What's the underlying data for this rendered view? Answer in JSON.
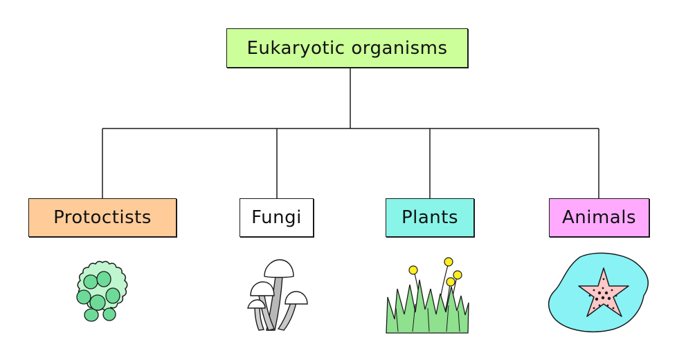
{
  "diagram": {
    "root": {
      "label": "Eukaryotic organisms",
      "color": "#ccff99"
    },
    "children": [
      {
        "label": "Protoctists",
        "color": "#ffcc99",
        "icon": "protoctist-cell-icon"
      },
      {
        "label": "Fungi",
        "color": "#ffffff",
        "icon": "mushroom-icon"
      },
      {
        "label": "Plants",
        "color": "#88f5e8",
        "icon": "grass-flowers-icon"
      },
      {
        "label": "Animals",
        "color": "#ffaaff",
        "icon": "starfish-icon"
      }
    ]
  }
}
